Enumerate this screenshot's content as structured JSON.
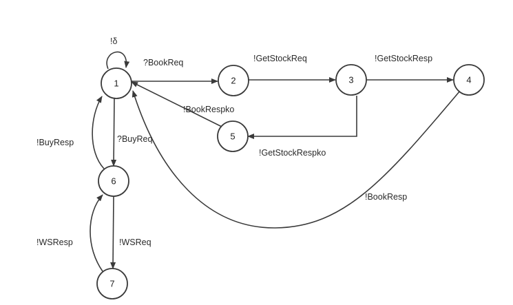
{
  "states": [
    {
      "id": "1",
      "label": "1"
    },
    {
      "id": "2",
      "label": "2"
    },
    {
      "id": "3",
      "label": "3"
    },
    {
      "id": "4",
      "label": "4"
    },
    {
      "id": "5",
      "label": "5"
    },
    {
      "id": "6",
      "label": "6"
    },
    {
      "id": "7",
      "label": "7"
    }
  ],
  "transitions": [
    {
      "from": "1",
      "to": "1",
      "label": "!δ"
    },
    {
      "from": "1",
      "to": "2",
      "label": "?BookReq"
    },
    {
      "from": "2",
      "to": "3",
      "label": "!GetStockReq"
    },
    {
      "from": "3",
      "to": "4",
      "label": "!GetStockResp"
    },
    {
      "from": "3",
      "to": "5",
      "label": "!GetStockRespko"
    },
    {
      "from": "5",
      "to": "1",
      "label": "!BookRespko"
    },
    {
      "from": "4",
      "to": "1",
      "label": "!BookResp"
    },
    {
      "from": "1",
      "to": "6",
      "label": "?BuyReq"
    },
    {
      "from": "6",
      "to": "1",
      "label": "!BuyResp"
    },
    {
      "from": "6",
      "to": "7",
      "label": "!WSReq"
    },
    {
      "from": "7",
      "to": "6",
      "label": "!WSResp"
    }
  ]
}
